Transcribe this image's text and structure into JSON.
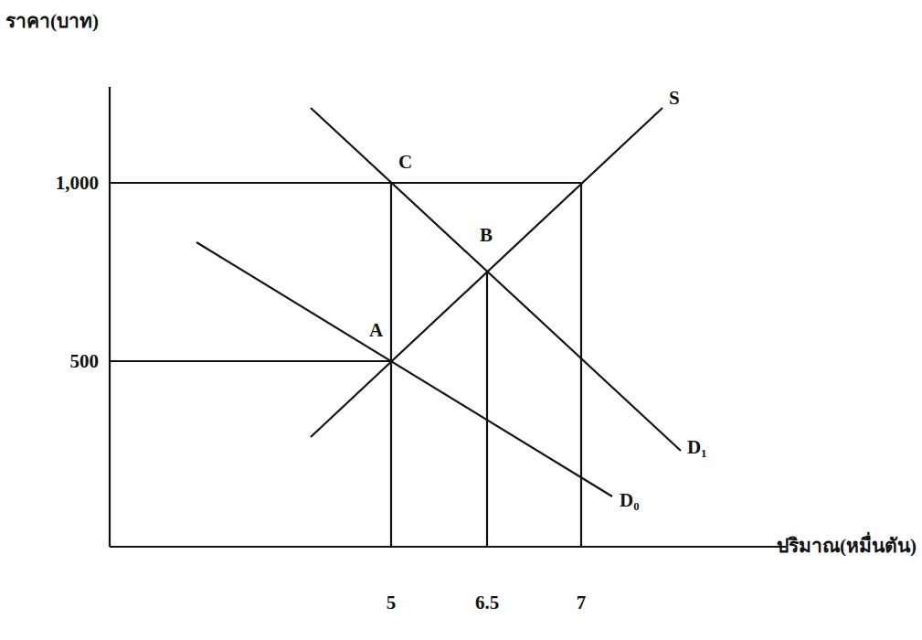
{
  "diagram": {
    "labels": [
      "ราคา(บาท)",
      "1,000",
      "500",
      "ปริมาณ(หมื่นตัน)",
      "5",
      "6.5",
      "7",
      "S",
      "C",
      "B",
      "A",
      "D₁",
      "D₀"
    ]
  }
}
